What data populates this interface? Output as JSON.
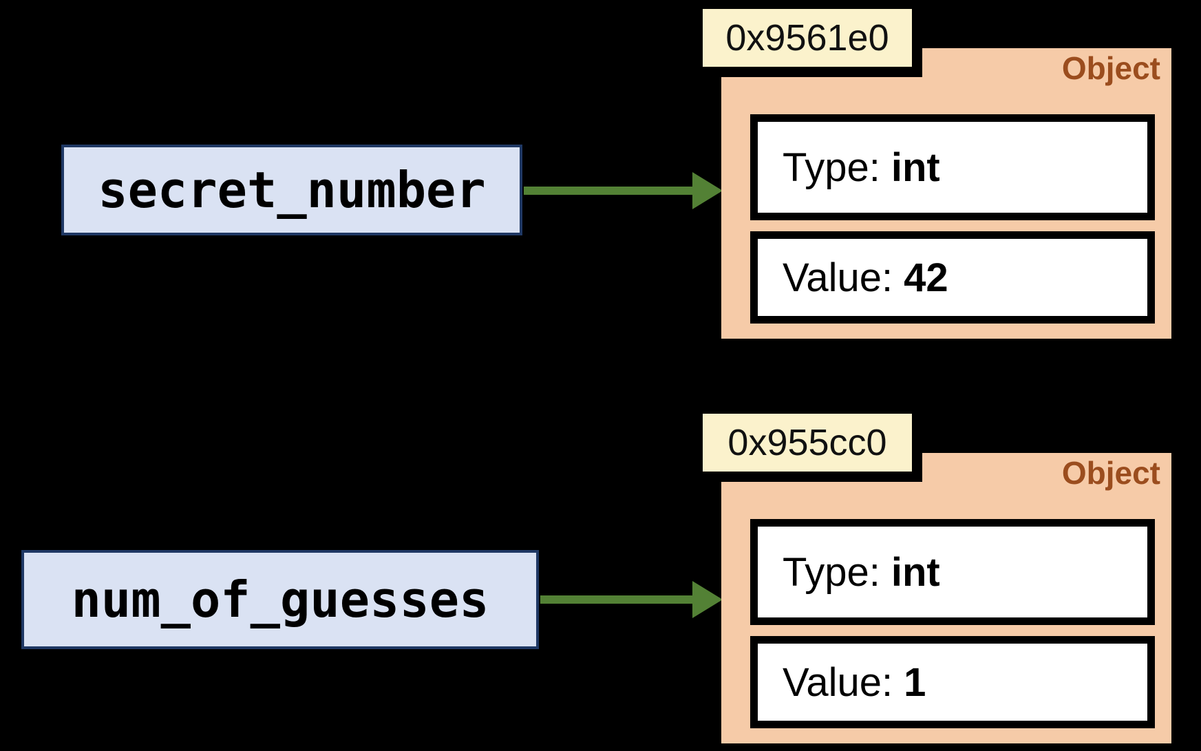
{
  "colors": {
    "background": "#000000",
    "var-fill": "#DAE2F3",
    "var-border": "#1F3864",
    "peach": "#F6CBA8",
    "tag-fill": "#FBF2CC",
    "tag-border": "#000000",
    "object-label": "#9B4D1E",
    "arrow": "#538135",
    "row-border": "#000000",
    "row-fill": "#FFFFFF",
    "text": "#000000"
  },
  "bindings": [
    {
      "variable": "secret_number",
      "address": "0x9561e0",
      "object_label": "Object",
      "type_label": "Type:",
      "type_value": "int",
      "value_label": "Value:",
      "value_value": "42"
    },
    {
      "variable": "num_of_guesses",
      "address": "0x955cc0",
      "object_label": "Object",
      "type_label": "Type:",
      "type_value": "int",
      "value_label": "Value:",
      "value_value": "1"
    }
  ]
}
